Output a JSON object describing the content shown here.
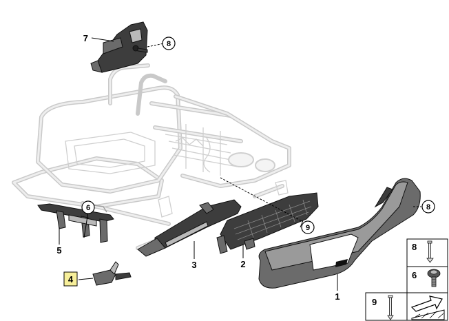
{
  "callouts": {
    "c1": "1",
    "c2": "2",
    "c3": "3",
    "c4": "4",
    "c5": "5",
    "c6": "6",
    "c7": "7",
    "c8a": "8",
    "c8b": "8",
    "c9": "9"
  },
  "legend": {
    "item8": "8",
    "item6": "6",
    "item9": "9"
  },
  "colors": {
    "highlight": "#f7ef9a"
  }
}
